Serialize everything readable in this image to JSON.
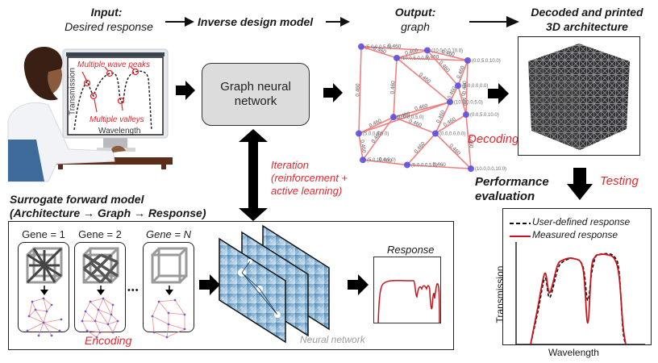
{
  "top": {
    "input_title": "Input:",
    "input_sub": "Desired response",
    "inverse_model": "Inverse design model",
    "output_title": "Output:",
    "output_sub": "graph",
    "decoded_title_1": "Decoded and printed",
    "decoded_title_2": "3D architecture"
  },
  "monitor_plot": {
    "xlabel": "Wavelength",
    "ylabel": "Transmission",
    "peaks_label": "Multiple wave peaks",
    "valleys_label": "Multiple valleys"
  },
  "gnn": {
    "label_1": "Graph neural",
    "label_2": "network"
  },
  "graph_output": {
    "edge_label": "0.460",
    "decoding_label": "Decoding",
    "node_labels": [
      "(5.0,0.0,5.0)",
      "(10.0,0.0,10.0)",
      "(0.0,5.0,10.0)",
      "(10.0,5.0,0.0)",
      "(10.0,0.0,5.0)",
      "(0.0,0.0,5.0)",
      "(5.0,0.0,5.0)",
      "(5.0,0.0,0.0)",
      "(0.0,0.0,0.0)",
      "(5.0,10.0,5.0)"
    ]
  },
  "iteration": {
    "line_1": "Iteration",
    "line_2": "(reinforcement +",
    "line_3": "active learning)"
  },
  "performance": {
    "title_1": "Performance",
    "title_2": "evaluation",
    "testing": "Testing"
  },
  "surrogate": {
    "title_1": "Surrogate forward model",
    "title_2": "(Architecture → Graph → Response)",
    "genes": [
      "Gene = 1",
      "Gene = 2",
      "Gene = N"
    ],
    "ellipsis": "•••",
    "encoding": "Encoding",
    "neural_network": "Neural network",
    "response": "Response"
  },
  "colors": {
    "accent_red": "#e8262b",
    "measured_red": "#c8141c",
    "graph_edge": "#f08080",
    "graph_node": "#5b4fe0"
  },
  "chart_data": [
    {
      "type": "line",
      "title": "",
      "xlabel": "Wavelength",
      "ylabel": "Transmission",
      "legend": "top",
      "x": [
        0,
        0.08,
        0.15,
        0.2,
        0.28,
        0.33,
        0.45,
        0.55,
        0.6,
        0.64,
        0.68,
        0.72,
        0.8,
        0.88,
        0.93,
        0.97,
        1.0
      ],
      "series": [
        {
          "name": "User-defined response",
          "style": "dashed",
          "color": "#111111",
          "values": [
            0,
            0.35,
            0.68,
            0.48,
            0.75,
            0.84,
            0.88,
            0.8,
            0.45,
            0.72,
            0.89,
            0.92,
            0.93,
            0.9,
            0.75,
            0.15,
            0
          ]
        },
        {
          "name": "Measured response",
          "style": "solid",
          "color": "#c8141c",
          "values": [
            0,
            0.4,
            0.73,
            0.53,
            0.8,
            0.86,
            0.88,
            0.78,
            0.22,
            0.78,
            0.9,
            0.92,
            0.92,
            0.88,
            0.7,
            0.2,
            0
          ]
        }
      ],
      "ylim": [
        0,
        1
      ],
      "grid": false
    }
  ]
}
